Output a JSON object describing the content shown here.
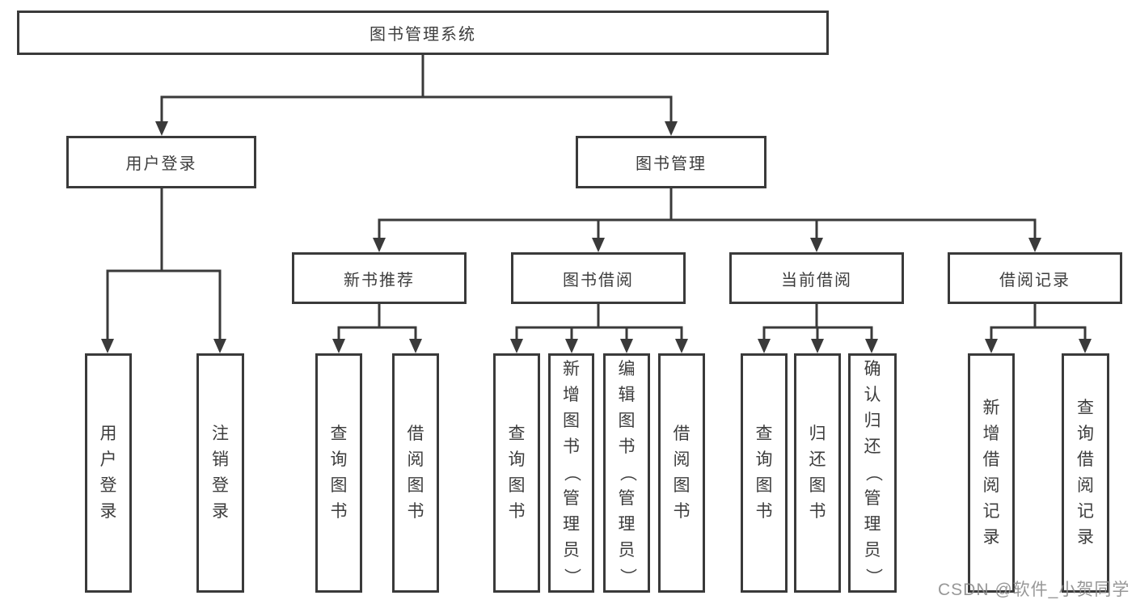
{
  "diagram": {
    "title": "图书管理系统",
    "type": "hierarchy-tree"
  },
  "colors": {
    "line": "#3a3a3a",
    "box_border": "#3a3a3a",
    "text": "#3d3d3d",
    "watermark": "#8c8c8c",
    "background": "#ffffff"
  },
  "watermark": {
    "text": "CSDN @软件_小贺同学"
  },
  "nodes": {
    "root": {
      "label": "图书管理系统"
    },
    "user_login": {
      "label": "用户登录",
      "parent": "图书管理系统"
    },
    "book_management": {
      "label": "图书管理",
      "parent": "图书管理系统"
    },
    "new_book_recommend": {
      "label": "新书推荐",
      "parent": "图书管理"
    },
    "book_borrow": {
      "label": "图书借阅",
      "parent": "图书管理"
    },
    "current_borrow": {
      "label": "当前借阅",
      "parent": "图书管理"
    },
    "borrow_records": {
      "label": "借阅记录",
      "parent": "图书管理"
    },
    "leaf_user_login": {
      "label": "用户登录",
      "parent": "用户登录"
    },
    "leaf_logout": {
      "label": "注销登录",
      "parent": "用户登录"
    },
    "leaf_query_book_recommend": {
      "label": "查询图书",
      "parent": "新书推荐"
    },
    "leaf_borrow_book_recommend": {
      "label": "借阅图书",
      "parent": "新书推荐"
    },
    "leaf_query_book_borrow": {
      "label": "查询图书",
      "parent": "图书借阅"
    },
    "leaf_add_book_admin": {
      "label": "新增图书（管理员）",
      "parent": "图书借阅"
    },
    "leaf_edit_book_admin": {
      "label": "编辑图书（管理员）",
      "parent": "图书借阅"
    },
    "leaf_borrow_book_borrow": {
      "label": "借阅图书",
      "parent": "图书借阅"
    },
    "leaf_query_book_current": {
      "label": "查询图书",
      "parent": "当前借阅"
    },
    "leaf_return_book": {
      "label": "归还图书",
      "parent": "当前借阅"
    },
    "leaf_confirm_return_admin": {
      "label": "确认归还（管理员）",
      "parent": "当前借阅"
    },
    "leaf_add_borrow_record": {
      "label": "新增借阅记录",
      "parent": "借阅记录"
    },
    "leaf_query_borrow_record": {
      "label": "查询借阅记录",
      "parent": "借阅记录"
    }
  }
}
